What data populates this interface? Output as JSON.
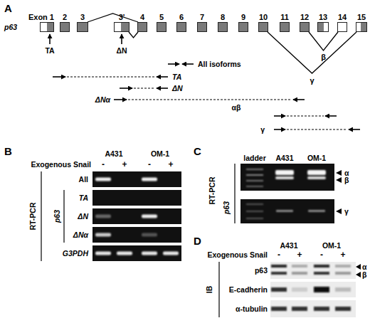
{
  "diagram": {
    "nodes": [
      {
        "text": [
          "Exon 1"
        ]
      },
      {
        "text": [
          "2"
        ]
      },
      {
        "text": [
          "3"
        ]
      },
      {
        "text": [
          "3'"
        ]
      },
      {
        "text": [
          "4"
        ]
      },
      {
        "text": [
          "5"
        ]
      },
      {
        "text": [
          "6"
        ]
      },
      {
        "text": [
          "7"
        ]
      },
      {
        "text": [
          "8"
        ]
      },
      {
        "text": [
          "9"
        ]
      },
      {
        "text": [
          "10"
        ]
      },
      {
        "text": [
          "11"
        ]
      },
      {
        "text": [
          "12"
        ]
      },
      {
        "text": [
          "13"
        ]
      },
      {
        "text": [
          "14"
        ]
      },
      {
        "text": [
          "15"
        ]
      }
    ],
    "edges": [
      {
        "from": 2,
        "to": 4,
        "arrow": "none"
      },
      {
        "from": 3,
        "to": 4,
        "arrow": "none"
      },
      {
        "from": 12,
        "to": 14,
        "label": "β",
        "arrow": "none"
      },
      {
        "from": 10,
        "to": 15,
        "label": "γ",
        "arrow": "none"
      }
    ],
    "labels": [
      "A",
      "p63",
      "TA",
      "ΔN",
      "All isoforms",
      "TA",
      "ΔN",
      "ΔNα",
      "αβ",
      "γ",
      "B",
      "A431",
      "OM-1",
      "Exogenous Snail",
      "-",
      "+",
      "-",
      "+",
      "All",
      "TA",
      "ΔN",
      "ΔNα",
      "G3PDH",
      "p63",
      "RT-PCR",
      "C",
      "ladder",
      "A431",
      "OM-1",
      "RT-PCR",
      "p63",
      "α",
      "β",
      "γ",
      "D",
      "A431",
      "OM-1",
      "Exogenous Snail",
      "-",
      "+",
      "-",
      "+",
      "IB",
      "p63",
      "E-cadherin",
      "α-tubulin",
      "α",
      "β"
    ]
  }
}
